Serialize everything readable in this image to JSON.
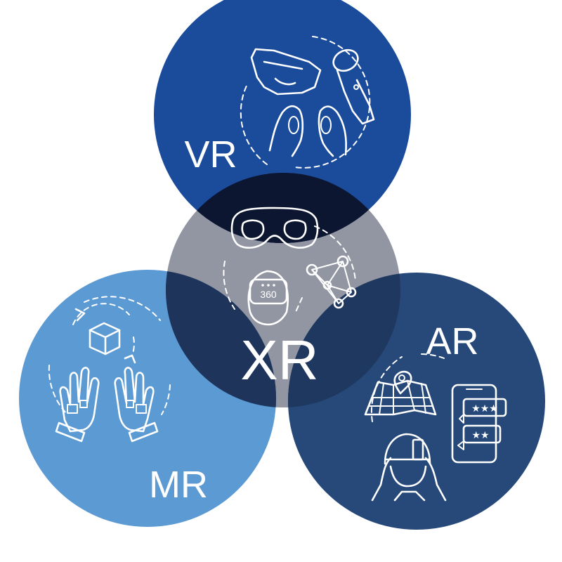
{
  "colors": {
    "vr": "#1b4c9c",
    "mr": "#5c9ad4",
    "ar": "#26497a",
    "vr_xr_overlap": "#1c2a58",
    "mr_ar_overlap": "#2e5585",
    "vr_mr_overlap": "#2e4d7d",
    "vr_ar_overlap": "#1a2a50",
    "xr_center": "#0e1630",
    "background": "#ffffff",
    "line_art": "#ffffff"
  },
  "labels": {
    "vr": "VR",
    "mr": "MR",
    "ar": "AR",
    "xr": "XR",
    "headset_360": "360"
  },
  "icons": {
    "vr": [
      "vr-headset-icon",
      "vr-controller-icon",
      "hand-controller-icon"
    ],
    "xr": [
      "vr-goggles-icon",
      "vr-360-user-icon",
      "network-graph-icon"
    ],
    "mr": [
      "rotating-cube-icon",
      "haptic-gloves-icon"
    ],
    "ar": [
      "map-pin-icon",
      "smartphone-reviews-icon",
      "ar-phone-user-icon"
    ]
  }
}
